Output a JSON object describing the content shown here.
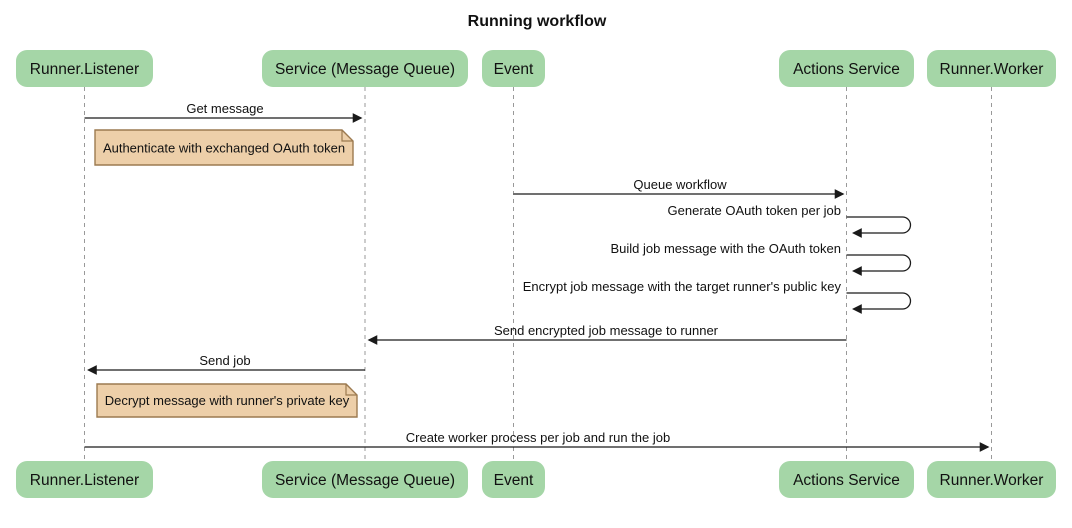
{
  "title": "Running workflow",
  "participants": [
    {
      "name": "Runner.Listener"
    },
    {
      "name": "Service (Message Queue)"
    },
    {
      "name": "Event"
    },
    {
      "name": "Actions Service"
    },
    {
      "name": "Runner.Worker"
    }
  ],
  "messages": [
    {
      "from": "Runner.Listener",
      "to": "Service (Message Queue)",
      "type": "solid-arrow",
      "label": "Get message"
    },
    {
      "from": "Event",
      "to": "Actions Service",
      "type": "solid-arrow",
      "label": "Queue workflow"
    },
    {
      "from": "Actions Service",
      "to": "Actions Service",
      "type": "self-loop",
      "label": "Generate OAuth token per job"
    },
    {
      "from": "Actions Service",
      "to": "Actions Service",
      "type": "self-loop",
      "label": "Build job message with the OAuth token"
    },
    {
      "from": "Actions Service",
      "to": "Actions Service",
      "type": "self-loop",
      "label": "Encrypt job message with the target runner's public key"
    },
    {
      "from": "Actions Service",
      "to": "Service (Message Queue)",
      "type": "solid-arrow",
      "label": "Send encrypted job message to runner"
    },
    {
      "from": "Service (Message Queue)",
      "to": "Runner.Listener",
      "type": "solid-arrow",
      "label": "Send job"
    },
    {
      "from": "Runner.Listener",
      "to": "Runner.Worker",
      "type": "solid-arrow",
      "label": "Create worker process per job and run the job"
    }
  ],
  "notes": [
    {
      "position": "right of Runner.Listener",
      "label": "Authenticate with exchanged OAuth token"
    },
    {
      "position": "right of Runner.Listener",
      "label": "Decrypt message with runner's private key"
    }
  ],
  "colors": {
    "participant_fill": "#A5D6A7",
    "note_fill": "#EDCFA9",
    "note_border": "#9C7A50",
    "lifeline": "#999999",
    "message_line": "#1a1a1a",
    "text": "#111111",
    "background": "#ffffff"
  }
}
